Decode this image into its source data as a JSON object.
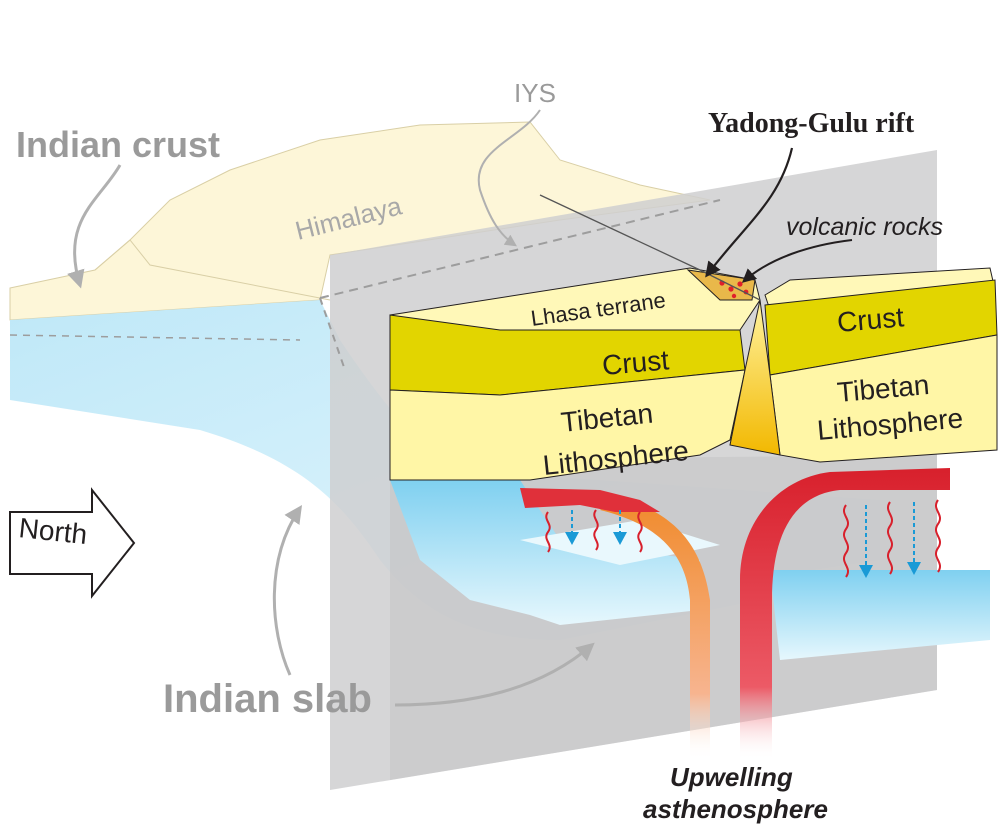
{
  "labels": {
    "indian_crust": "Indian crust",
    "iys": "IYS",
    "himalaya": "Himalaya",
    "rift": "Yadong-Gulu rift",
    "volcanic": "volcanic rocks",
    "lhasa": "Lhasa terrane",
    "crust_left": "Crust",
    "crust_right": "Crust",
    "tibetan_left": "Tibetan",
    "litho_left": "Lithosphere",
    "tibetan_right": "Tibetan",
    "litho_right": "Lithosphere",
    "north": "North",
    "indian_slab": "Indian slab",
    "upwelling": "Upwelling",
    "asthenosphere": "asthenosphere"
  },
  "colors": {
    "crust_yellow": "#e2d500",
    "litho_yellow": "#fff6a6",
    "top_yellow": "#fff8b8",
    "indian_crust_cream": "#fdf6d8",
    "slab_blue": "#c8ecfa",
    "section_grey": "#cfcfd0",
    "red_plume": "#e0303a",
    "orange_plume": "#f08a2a",
    "arrow_blue": "#1a9ad6",
    "label_grey": "#9a9a9a"
  }
}
